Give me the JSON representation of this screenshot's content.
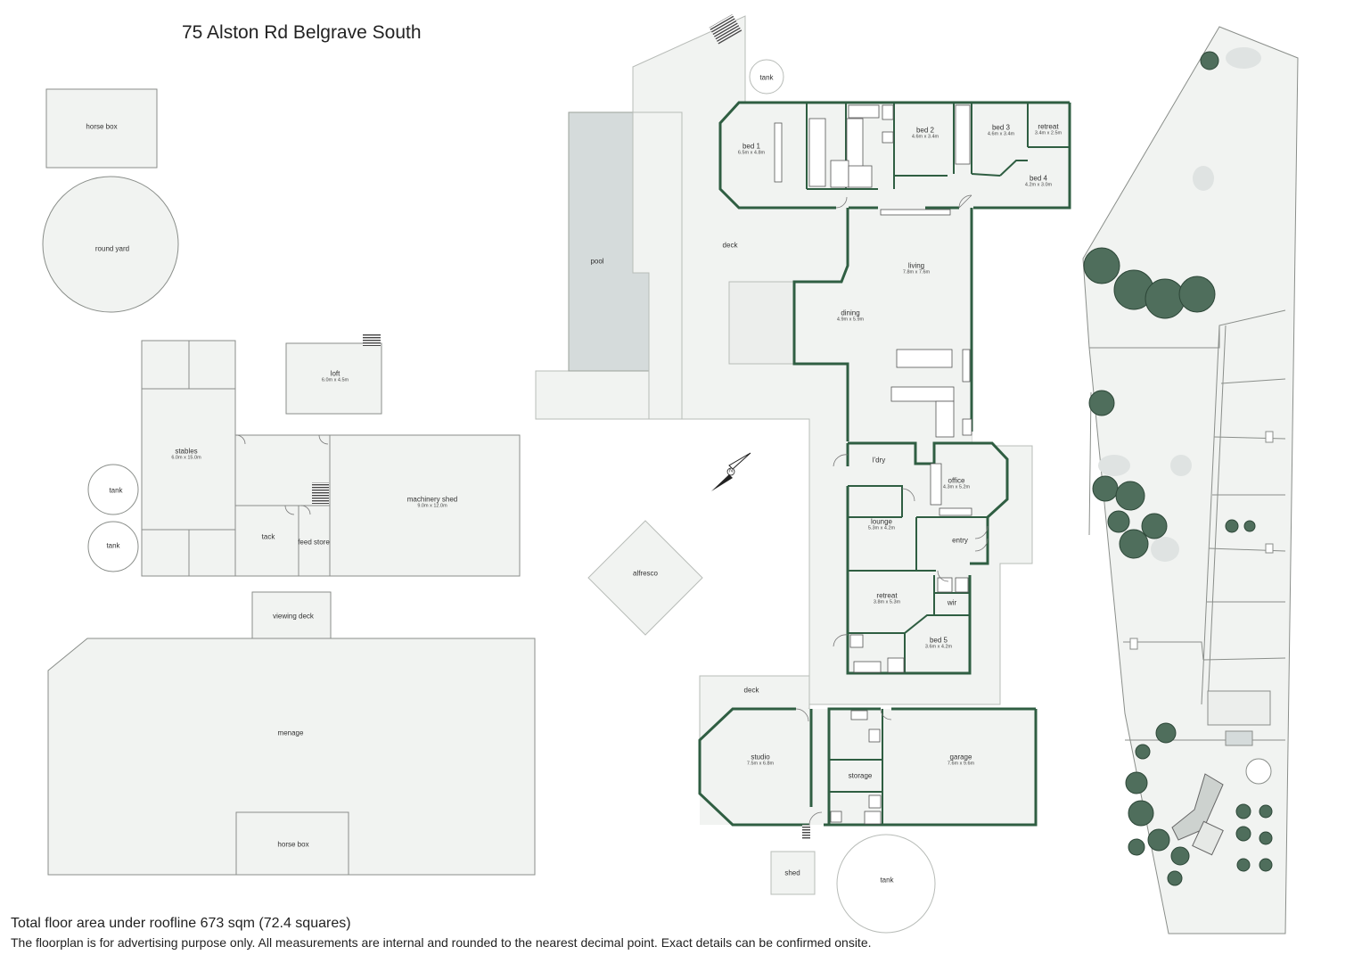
{
  "title": "75 Alston Rd Belgrave South",
  "footer": {
    "total_area": "Total floor area under roofline 673 sqm (72.4 squares)",
    "disclaimer": "The floorplan is for advertising purpose only. All measurements are internal and rounded to the nearest decimal point. Exact details can be confirmed onsite."
  },
  "colors": {
    "wall": "#2f5e42",
    "floor_fill": "#f1f3f1",
    "pool_fill": "#d5dbdb",
    "outline": "#b8bcb8",
    "tree": "#4f6e5c"
  },
  "compass": {
    "label": "N"
  },
  "rooms": {
    "bed1": {
      "name": "bed 1",
      "dim": "6.5m x 4.8m"
    },
    "bed2": {
      "name": "bed 2",
      "dim": "4.6m x 3.4m"
    },
    "bed3": {
      "name": "bed 3",
      "dim": "4.6m x 3.4m"
    },
    "retreat_top": {
      "name": "retreat",
      "dim": "3.4m x 2.5m"
    },
    "bed4": {
      "name": "bed 4",
      "dim": "4.2m x 3.0m"
    },
    "living": {
      "name": "living",
      "dim": "7.8m x 7.6m"
    },
    "dining": {
      "name": "dining",
      "dim": "4.9m x 5.9m"
    },
    "ldry": {
      "name": "l'dry"
    },
    "office": {
      "name": "office",
      "dim": "4.3m x 5.2m"
    },
    "lounge": {
      "name": "lounge",
      "dim": "5.3m x 4.2m"
    },
    "entry": {
      "name": "entry"
    },
    "retreat": {
      "name": "retreat",
      "dim": "3.8m x 5.3m"
    },
    "wir": {
      "name": "wir"
    },
    "bed5": {
      "name": "bed 5",
      "dim": "3.6m x 4.2m"
    },
    "studio": {
      "name": "studio",
      "dim": "7.5m x 6.8m"
    },
    "storage": {
      "name": "storage"
    },
    "garage": {
      "name": "garage",
      "dim": "7.6m x 9.6m"
    },
    "stables": {
      "name": "stables",
      "dim": "6.0m x 15.0m"
    },
    "loft": {
      "name": "loft",
      "dim": "6.0m x 4.5m"
    },
    "machinery": {
      "name": "machinery shed",
      "dim": "9.0m x 12.0m"
    },
    "tack": {
      "name": "tack"
    },
    "feed": {
      "name": "feed store"
    }
  },
  "outdoor": {
    "horse_box_top": "horse box",
    "round_yard": "round  yard",
    "tank_a": "tank",
    "tank_b": "tank",
    "tank_top": "tank",
    "tank_bottom": "tank",
    "pool": "pool",
    "deck": "deck",
    "deck_lower": "deck",
    "alfresco": "alfresco",
    "viewing_deck": "viewing deck",
    "menage": "menage",
    "horse_box_bottom": "horse box",
    "shed": "shed"
  }
}
